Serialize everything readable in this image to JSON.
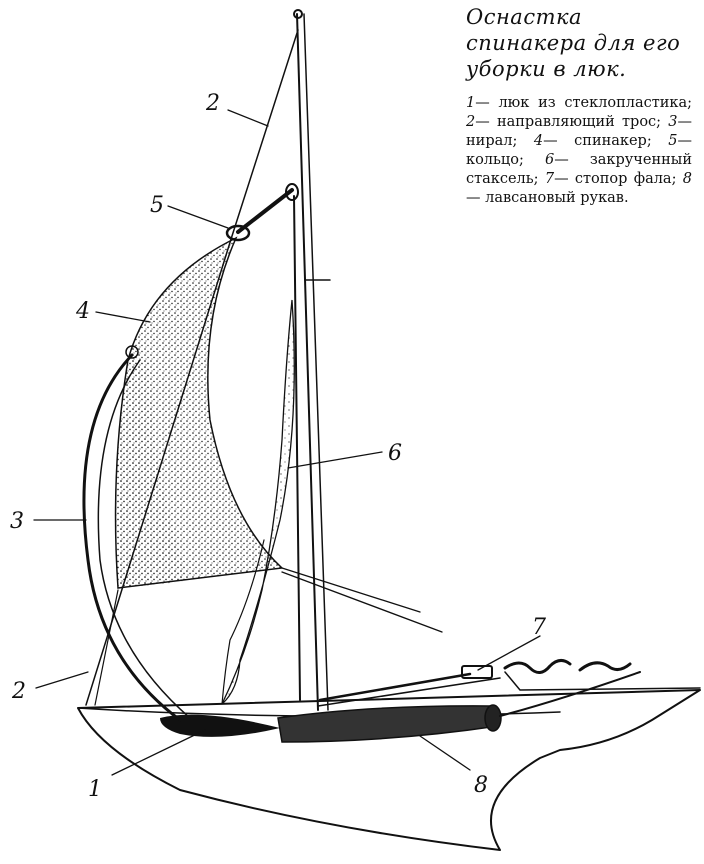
{
  "title": "Оснастка спинакера для его уборки в люк.",
  "legend": [
    {
      "num": "1",
      "text": "люк из стеклопластика;"
    },
    {
      "num": "2",
      "text": "направляющий трос;"
    },
    {
      "num": "3",
      "text": "нирал;"
    },
    {
      "num": "4",
      "text": "спинакер;"
    },
    {
      "num": "5",
      "text": "кольцо;"
    },
    {
      "num": "6",
      "text": "закрученный стаксель;"
    },
    {
      "num": "7",
      "text": "стопор фала;"
    },
    {
      "num": "8",
      "text": "лавсановый рукав."
    }
  ],
  "callouts": {
    "c1": "1",
    "c2a": "2",
    "c2b": "2",
    "c3": "3",
    "c4": "4",
    "c5": "5",
    "c6": "6",
    "c7": "7",
    "c8": "8"
  },
  "colors": {
    "ink": "#111111",
    "paper": "#ffffff"
  }
}
